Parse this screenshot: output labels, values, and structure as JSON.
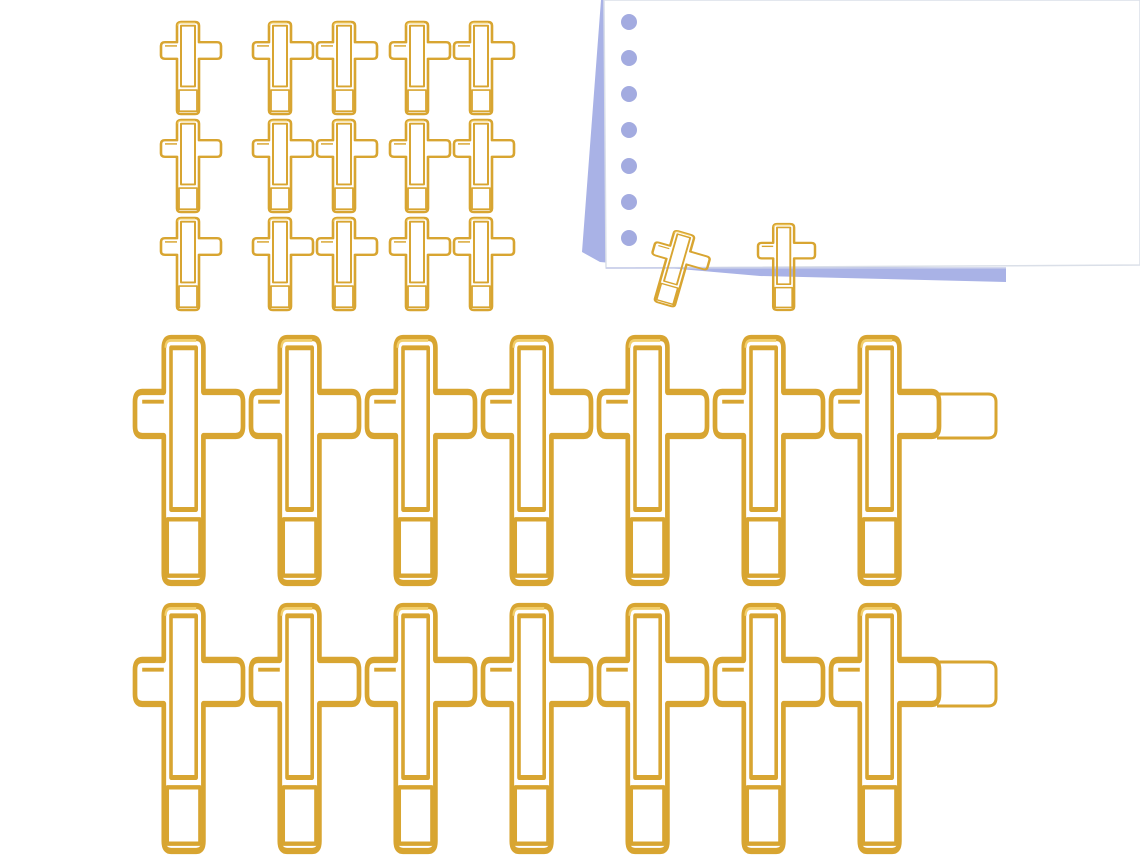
{
  "image": {
    "subject": "gold-cross-paper-clips",
    "colors": {
      "background": "#ffffff",
      "wire": "#d8a531",
      "wire_highlight": "#f2cf6d",
      "paper": "#ffffff",
      "paper_edge": "#dadfe8",
      "paper_shadow": "#a9b2e6",
      "punch_hole": "#a3abe0"
    },
    "counts": {
      "small_clips_grid": 15,
      "clips_on_paper": 2,
      "large_clips": 14,
      "punch_holes": 7
    }
  }
}
